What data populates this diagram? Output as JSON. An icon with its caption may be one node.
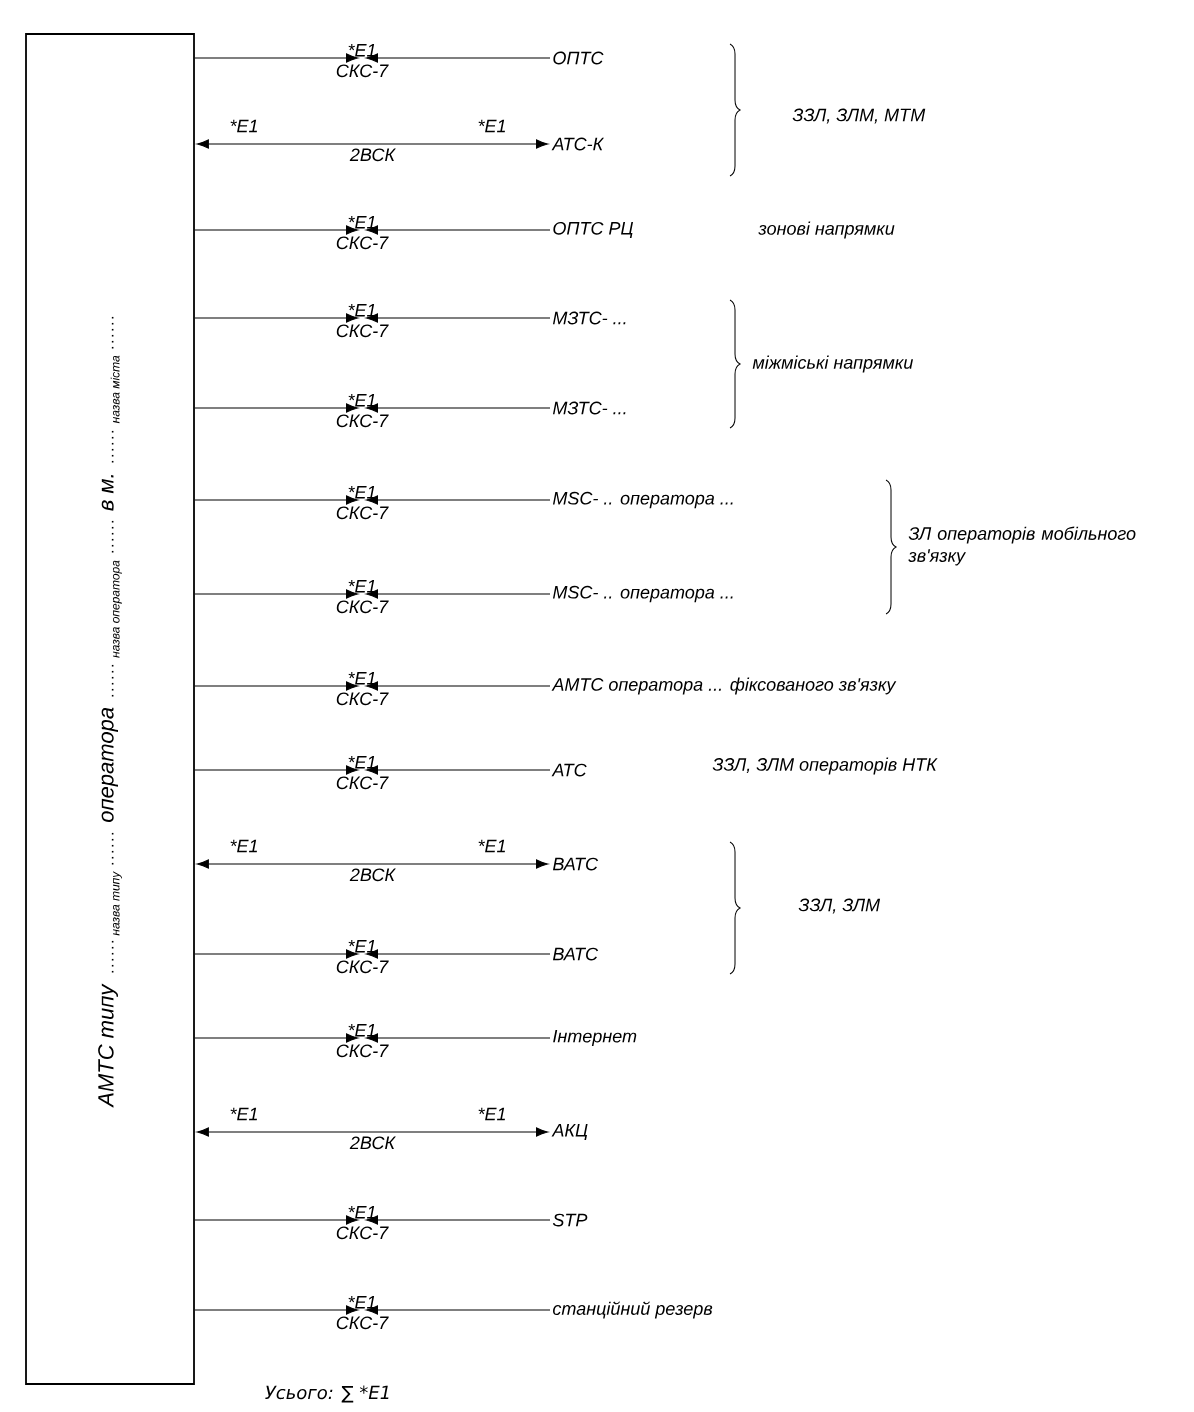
{
  "diagram": {
    "nodes": [
      {
        "text": [
          "АМТС типу",
          "назва типу",
          "оператора",
          "назва оператора",
          "в м.",
          "назва міста"
        ]
      },
      {
        "text": [
          "ОПТС"
        ]
      },
      {
        "text": [
          "АТС-К"
        ]
      },
      {
        "text": [
          "ОПТС РЦ"
        ]
      },
      {
        "text": [
          "МЗТС- ..."
        ]
      },
      {
        "text": [
          "МЗТС- ..."
        ]
      },
      {
        "text": [
          "MSC- .. оператора ..."
        ]
      },
      {
        "text": [
          "MSC- .. оператора ..."
        ]
      },
      {
        "text": [
          "АМТС  оператора ... фіксованого зв'язку"
        ]
      },
      {
        "text": [
          "АТС"
        ]
      },
      {
        "text": [
          "ВАТС"
        ]
      },
      {
        "text": [
          "ВАТС"
        ]
      },
      {
        "text": [
          "Інтернет"
        ]
      },
      {
        "text": [
          "АКЦ"
        ]
      },
      {
        "text": [
          "STP"
        ]
      },
      {
        "text": [
          "станційний резерв"
        ]
      },
      {
        "text": [
          "*E1"
        ]
      },
      {
        "text": [
          "*E1"
        ]
      },
      {
        "text": [
          "*E1"
        ]
      },
      {
        "text": [
          "*E1"
        ]
      },
      {
        "text": [
          "*E1"
        ]
      },
      {
        "text": [
          "*E1"
        ]
      },
      {
        "text": [
          "*E1"
        ]
      },
      {
        "text": [
          "*E1"
        ]
      },
      {
        "text": [
          "*E1"
        ]
      },
      {
        "text": [
          "*E1"
        ]
      },
      {
        "text": [
          "*E1"
        ]
      },
      {
        "text": [
          "*E1"
        ]
      }
    ],
    "edges": [
      {
        "from": 0,
        "to": 16,
        "arrow": "to",
        "label": "СКС-7"
      },
      {
        "from": 1,
        "to": 16,
        "arrow": "to"
      },
      {
        "from": 0,
        "to": 2,
        "arrow": "both",
        "label": "2ВСК"
      },
      {
        "from": 0,
        "to": 17,
        "arrow": "to",
        "label": "СКС-7"
      },
      {
        "from": 3,
        "to": 17,
        "arrow": "to"
      },
      {
        "from": 0,
        "to": 18,
        "arrow": "to",
        "label": "СКС-7"
      },
      {
        "from": 4,
        "to": 18,
        "arrow": "to"
      },
      {
        "from": 0,
        "to": 19,
        "arrow": "to",
        "label": "СКС-7"
      },
      {
        "from": 5,
        "to": 19,
        "arrow": "to"
      },
      {
        "from": 0,
        "to": 20,
        "arrow": "to",
        "label": "СКС-7"
      },
      {
        "from": 6,
        "to": 20,
        "arrow": "to"
      },
      {
        "from": 0,
        "to": 21,
        "arrow": "to",
        "label": "СКС-7"
      },
      {
        "from": 7,
        "to": 21,
        "arrow": "to"
      },
      {
        "from": 0,
        "to": 22,
        "arrow": "to",
        "label": "СКС-7"
      },
      {
        "from": 8,
        "to": 22,
        "arrow": "to"
      },
      {
        "from": 0,
        "to": 23,
        "arrow": "to",
        "label": "СКС-7"
      },
      {
        "from": 9,
        "to": 23,
        "arrow": "to"
      },
      {
        "from": 0,
        "to": 10,
        "arrow": "both",
        "label": "2ВСК"
      },
      {
        "from": 0,
        "to": 24,
        "arrow": "to",
        "label": "СКС-7"
      },
      {
        "from": 11,
        "to": 24,
        "arrow": "to"
      },
      {
        "from": 0,
        "to": 25,
        "arrow": "to",
        "label": "СКС-7"
      },
      {
        "from": 12,
        "to": 25,
        "arrow": "to"
      },
      {
        "from": 0,
        "to": 13,
        "arrow": "both",
        "label": "2ВСК"
      },
      {
        "from": 0,
        "to": 26,
        "arrow": "to",
        "label": "СКС-7"
      },
      {
        "from": 14,
        "to": 26,
        "arrow": "to"
      },
      {
        "from": 0,
        "to": 27,
        "arrow": "to",
        "label": "СКС-7"
      },
      {
        "from": 15,
        "to": 27,
        "arrow": "to"
      }
    ],
    "labels": [
      "ЗЗЛ, ЗЛМ, МТМ",
      "*E1",
      "*E1",
      "зонові напрямки",
      "міжміські напрямки",
      "ЗЛ операторів мобільного зв'язку",
      "ЗЗЛ, ЗЛМ операторів НТК",
      "*E1",
      "*E1",
      "ЗЗЛ, ЗЛМ",
      "*E1",
      "*E1",
      "Усього: ∑ *E1"
    ]
  }
}
